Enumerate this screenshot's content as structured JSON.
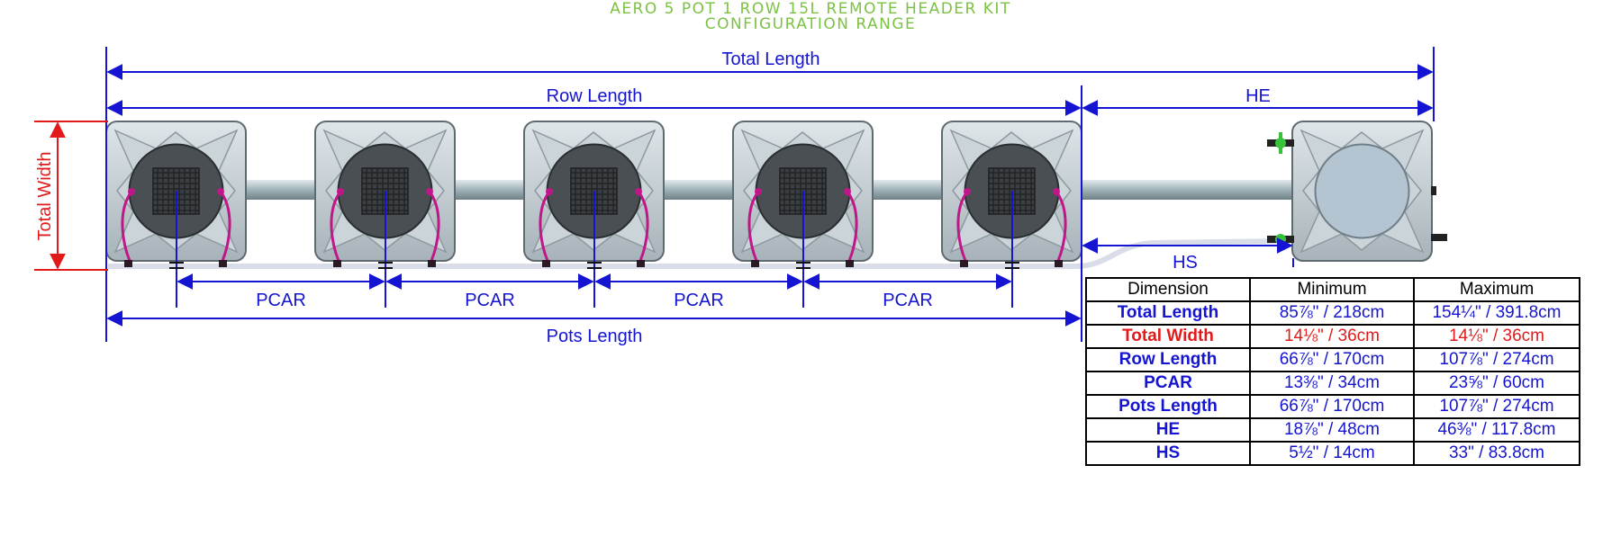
{
  "title": {
    "line1": "AERO 5 POT 1 ROW 15L REMOTE HEADER KIT",
    "line2": "CONFIGURATION RANGE"
  },
  "colors": {
    "title": "#7cc243",
    "dimension_blue": "#1414d2",
    "width_red": "#e11b1b",
    "pipe": "#9fb2b8",
    "pot_body": "#bcc6cc",
    "hose": "#c0168a"
  },
  "labels": {
    "total_length": "Total Length",
    "row_length": "Row Length",
    "he": "HE",
    "hs": "HS",
    "total_width": "Total Width",
    "pcar": "PCAR",
    "pots_length": "Pots Length"
  },
  "pots": {
    "count": 5,
    "header_tank": 1
  },
  "table": {
    "headers": [
      "Dimension",
      "Minimum",
      "Maximum"
    ],
    "rows": [
      {
        "name": "Total Length",
        "min": "85⅞\" / 218cm",
        "max": "154¼\" / 391.8cm",
        "highlight": false
      },
      {
        "name": "Total Width",
        "min": "14⅛\" / 36cm",
        "max": "14⅛\" / 36cm",
        "highlight": true
      },
      {
        "name": "Row Length",
        "min": "66⅞\" / 170cm",
        "max": "107⅞\" / 274cm",
        "highlight": false
      },
      {
        "name": "PCAR",
        "min": "13⅜\" / 34cm",
        "max": "23⅝\" / 60cm",
        "highlight": false
      },
      {
        "name": "Pots Length",
        "min": "66⅞\" / 170cm",
        "max": "107⅞\" / 274cm",
        "highlight": false
      },
      {
        "name": "HE",
        "min": "18⅞\" / 48cm",
        "max": "46⅜\" / 117.8cm",
        "highlight": false
      },
      {
        "name": "HS",
        "min": "5½\" / 14cm",
        "max": "33\" / 83.8cm",
        "highlight": false
      }
    ]
  }
}
